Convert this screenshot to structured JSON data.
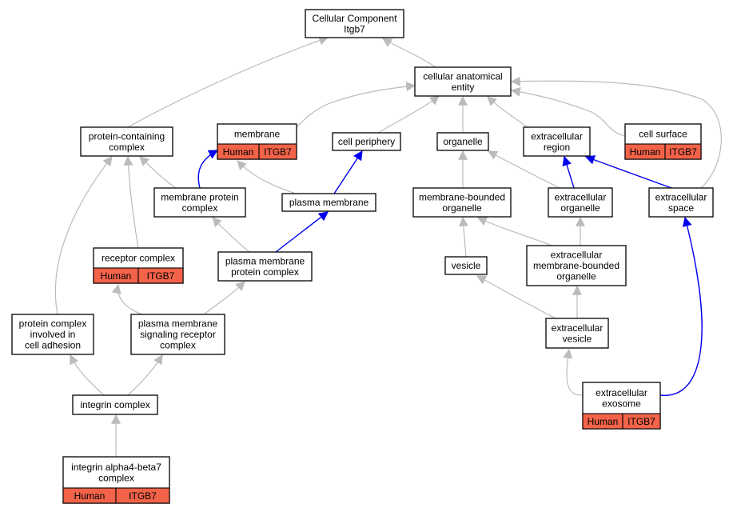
{
  "graph": {
    "colors": {
      "background": "#ffffff",
      "node_border": "#000000",
      "annotation_fill": "#f26349",
      "edge_default": "#bbbbbb",
      "edge_highlight": "#0000ee"
    },
    "nodes": [
      {
        "id": "root",
        "lines": [
          "Cellular Component",
          "Itgb7"
        ]
      },
      {
        "id": "cae",
        "lines": [
          "cellular anatomical",
          "entity"
        ]
      },
      {
        "id": "pcc",
        "lines": [
          "protein-containing",
          "complex"
        ]
      },
      {
        "id": "membrane",
        "lines": [
          "membrane"
        ],
        "annotation": [
          "Human",
          "ITGB7"
        ]
      },
      {
        "id": "cper",
        "lines": [
          "cell periphery"
        ]
      },
      {
        "id": "organelle",
        "lines": [
          "organelle"
        ]
      },
      {
        "id": "exreg",
        "lines": [
          "extracellular",
          "region"
        ]
      },
      {
        "id": "csurf",
        "lines": [
          "cell surface"
        ],
        "annotation": [
          "Human",
          "ITGB7"
        ]
      },
      {
        "id": "mpc",
        "lines": [
          "membrane protein",
          "complex"
        ]
      },
      {
        "id": "pm",
        "lines": [
          "plasma membrane"
        ]
      },
      {
        "id": "mbo",
        "lines": [
          "membrane-bounded",
          "organelle"
        ]
      },
      {
        "id": "exorg",
        "lines": [
          "extracellular",
          "organelle"
        ]
      },
      {
        "id": "exspace",
        "lines": [
          "extracellular",
          "space"
        ]
      },
      {
        "id": "recc",
        "lines": [
          "receptor complex"
        ],
        "annotation": [
          "Human",
          "ITGB7"
        ]
      },
      {
        "id": "pmpc",
        "lines": [
          "plasma membrane",
          "protein complex"
        ]
      },
      {
        "id": "vesicle",
        "lines": [
          "vesicle"
        ]
      },
      {
        "id": "exmbo",
        "lines": [
          "extracellular",
          "membrane-bounded",
          "organelle"
        ]
      },
      {
        "id": "pcca",
        "lines": [
          "protein complex",
          "involved in",
          "cell adhesion"
        ]
      },
      {
        "id": "pmsrc",
        "lines": [
          "plasma membrane",
          "signaling receptor",
          "complex"
        ]
      },
      {
        "id": "exves",
        "lines": [
          "extracellular",
          "vesicle"
        ]
      },
      {
        "id": "integ",
        "lines": [
          "integrin complex"
        ]
      },
      {
        "id": "exo",
        "lines": [
          "extracellular",
          "exosome"
        ],
        "annotation": [
          "Human",
          "ITGB7"
        ]
      },
      {
        "id": "a4b7",
        "lines": [
          "integrin alpha4-beta7",
          "complex"
        ],
        "annotation": [
          "Human",
          "ITGB7"
        ]
      }
    ],
    "edges": [
      {
        "from": "cae",
        "to": "root",
        "style": "default"
      },
      {
        "from": "pcc",
        "to": "root",
        "style": "default"
      },
      {
        "from": "membrane",
        "to": "cae",
        "style": "default"
      },
      {
        "from": "cper",
        "to": "cae",
        "style": "default"
      },
      {
        "from": "organelle",
        "to": "cae",
        "style": "default"
      },
      {
        "from": "exreg",
        "to": "cae",
        "style": "default"
      },
      {
        "from": "csurf",
        "to": "cae",
        "style": "default"
      },
      {
        "from": "exspace",
        "to": "cae",
        "style": "default"
      },
      {
        "from": "mpc",
        "to": "membrane",
        "style": "highlight"
      },
      {
        "from": "mpc",
        "to": "pcc",
        "style": "default"
      },
      {
        "from": "pm",
        "to": "membrane",
        "style": "default"
      },
      {
        "from": "pm",
        "to": "cper",
        "style": "highlight"
      },
      {
        "from": "mbo",
        "to": "organelle",
        "style": "default"
      },
      {
        "from": "exorg",
        "to": "organelle",
        "style": "default"
      },
      {
        "from": "exorg",
        "to": "exreg",
        "style": "highlight"
      },
      {
        "from": "exspace",
        "to": "exreg",
        "style": "highlight"
      },
      {
        "from": "recc",
        "to": "pcc",
        "style": "default"
      },
      {
        "from": "pcca",
        "to": "pcc",
        "style": "default"
      },
      {
        "from": "pmpc",
        "to": "mpc",
        "style": "default"
      },
      {
        "from": "pmpc",
        "to": "pm",
        "style": "highlight"
      },
      {
        "from": "vesicle",
        "to": "mbo",
        "style": "default"
      },
      {
        "from": "exmbo",
        "to": "mbo",
        "style": "default"
      },
      {
        "from": "exmbo",
        "to": "exorg",
        "style": "default"
      },
      {
        "from": "pmsrc",
        "to": "recc",
        "style": "default"
      },
      {
        "from": "pmsrc",
        "to": "pmpc",
        "style": "default"
      },
      {
        "from": "exves",
        "to": "vesicle",
        "style": "default"
      },
      {
        "from": "exves",
        "to": "exmbo",
        "style": "default"
      },
      {
        "from": "integ",
        "to": "pcca",
        "style": "default"
      },
      {
        "from": "integ",
        "to": "pmsrc",
        "style": "default"
      },
      {
        "from": "exo",
        "to": "exves",
        "style": "default"
      },
      {
        "from": "exo",
        "to": "exspace",
        "style": "highlight"
      },
      {
        "from": "a4b7",
        "to": "integ",
        "style": "default"
      }
    ]
  }
}
